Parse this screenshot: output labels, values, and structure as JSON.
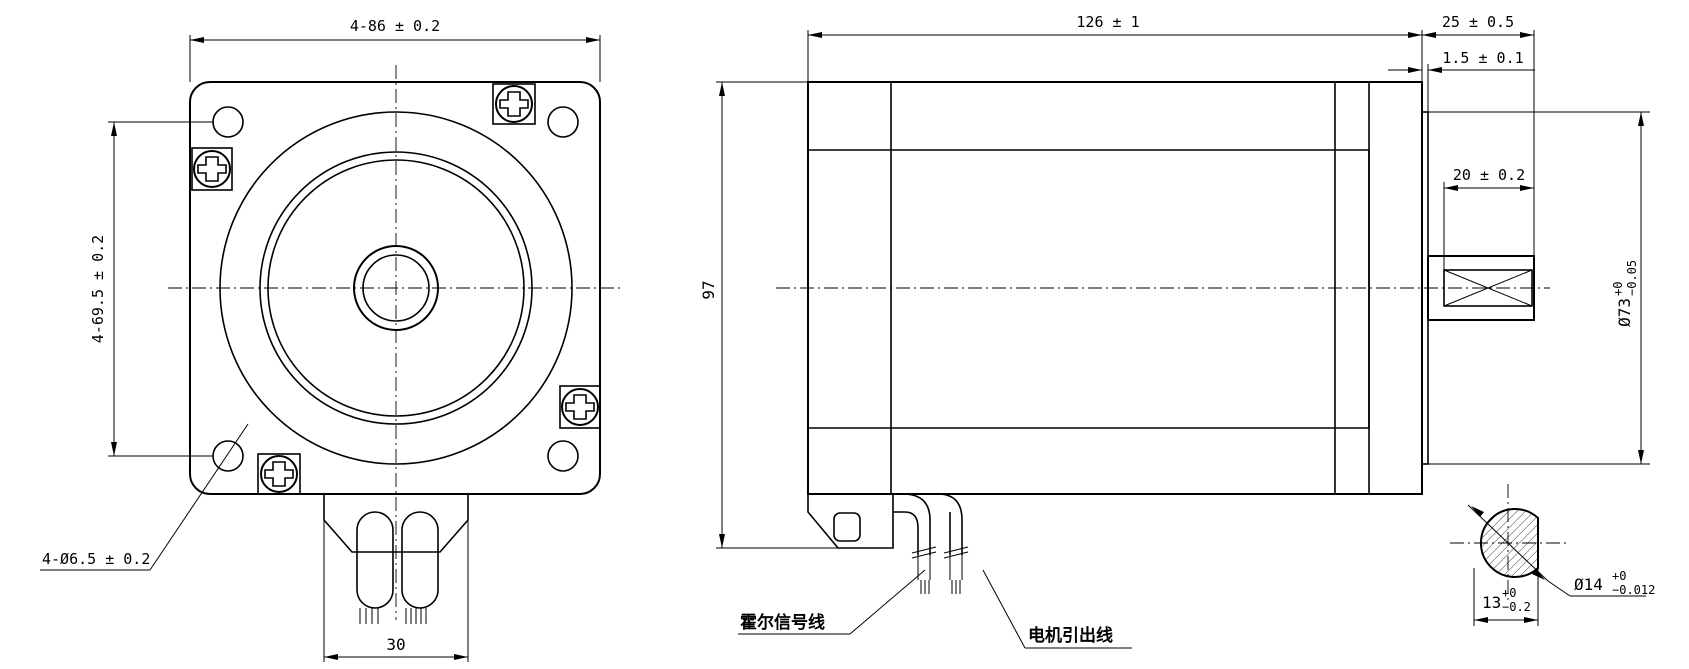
{
  "front_view": {
    "dim_width": "4-86 ± 0.2",
    "dim_hole_spacing": "4-69.5 ± 0.2",
    "dim_hole_dia": "4-Ø6.5 ± 0.2",
    "dim_cable": "30"
  },
  "side_view": {
    "dim_length": "126 ± 1",
    "dim_shaft_len": "25 ± 0.5",
    "dim_pilot": "1.5 ± 0.1",
    "dim_key": "20 ± 0.2",
    "dim_height": "97",
    "dim_pilot_dia": "Ø73",
    "dim_pilot_tol_upper": "+0",
    "dim_pilot_tol_lower": "−0.05",
    "label_hall": "霍尔信号线",
    "label_motor": "电机引出线"
  },
  "shaft_section": {
    "dim_shaft_dia": "Ø14",
    "dim_shaft_dia_tol_upper": "+0",
    "dim_shaft_dia_tol_lower": "−0.012",
    "dim_flat": "13",
    "dim_flat_tol_upper": "+0",
    "dim_flat_tol_lower": "−0.2"
  }
}
